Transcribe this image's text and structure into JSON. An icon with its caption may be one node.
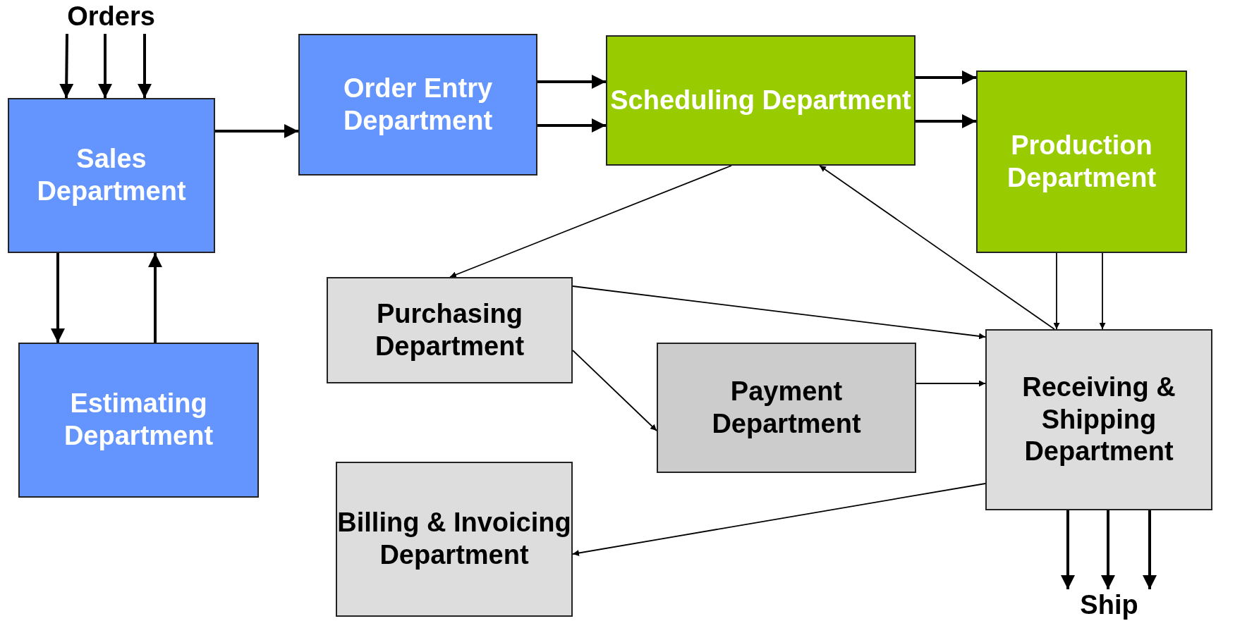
{
  "diagram": {
    "nodes": [
      {
        "text": [
          "Orders"
        ]
      },
      {
        "text": [
          "Sales Department"
        ]
      },
      {
        "text": [
          "Estimating Department"
        ]
      },
      {
        "text": [
          "Order Entry Department"
        ]
      },
      {
        "text": [
          "Scheduling Department"
        ]
      },
      {
        "text": [
          "Production Department"
        ]
      },
      {
        "text": [
          "Purchasing Department"
        ]
      },
      {
        "text": [
          "Payment Department"
        ]
      },
      {
        "text": [
          "Receiving & Shipping Department"
        ]
      },
      {
        "text": [
          "Billing & Invoicing Department"
        ]
      },
      {
        "text": [
          "Ship"
        ]
      }
    ],
    "edges": [
      {
        "from": 0,
        "to": 1,
        "arrow": "to"
      },
      {
        "from": 0,
        "to": 1,
        "arrow": "to"
      },
      {
        "from": 0,
        "to": 1,
        "arrow": "to"
      },
      {
        "from": 1,
        "to": 3,
        "arrow": "to"
      },
      {
        "from": 1,
        "to": 2,
        "arrow": "to"
      },
      {
        "from": 2,
        "to": 1,
        "arrow": "to"
      },
      {
        "from": 3,
        "to": 4,
        "arrow": "to"
      },
      {
        "from": 3,
        "to": 4,
        "arrow": "to"
      },
      {
        "from": 4,
        "to": 5,
        "arrow": "to"
      },
      {
        "from": 4,
        "to": 5,
        "arrow": "to"
      },
      {
        "from": 4,
        "to": 6,
        "arrow": "to"
      },
      {
        "from": 8,
        "to": 4,
        "arrow": "to"
      },
      {
        "from": 5,
        "to": 8,
        "arrow": "to"
      },
      {
        "from": 5,
        "to": 8,
        "arrow": "to"
      },
      {
        "from": 6,
        "to": 8,
        "arrow": "to"
      },
      {
        "from": 6,
        "to": 7,
        "arrow": "to"
      },
      {
        "from": 7,
        "to": 8,
        "arrow": "to"
      },
      {
        "from": 8,
        "to": 9,
        "arrow": "to"
      },
      {
        "from": 8,
        "to": 10,
        "arrow": "to"
      },
      {
        "from": 8,
        "to": 10,
        "arrow": "to"
      },
      {
        "from": 8,
        "to": 10,
        "arrow": "to"
      }
    ]
  }
}
